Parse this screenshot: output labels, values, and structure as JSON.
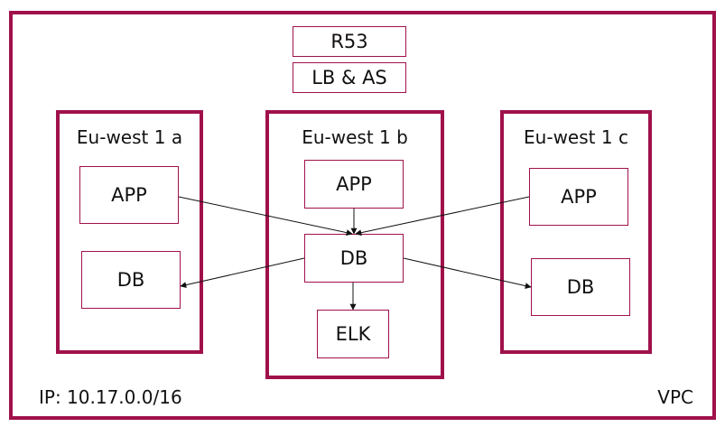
{
  "colors": {
    "border": "#a0114b",
    "text": "#111111",
    "arrow": "#111111"
  },
  "vpc": {
    "label": "VPC",
    "ip": "IP: 10.17.0.0/16"
  },
  "services": {
    "r53": "R53",
    "lbas": "LB & AS"
  },
  "zones": {
    "a": {
      "title": "Eu-west 1 a",
      "app": "APP",
      "db": "DB"
    },
    "b": {
      "title": "Eu-west 1 b",
      "app": "APP",
      "db": "DB",
      "elk": "ELK"
    },
    "c": {
      "title": "Eu-west 1 c",
      "app": "APP",
      "db": "DB"
    }
  }
}
